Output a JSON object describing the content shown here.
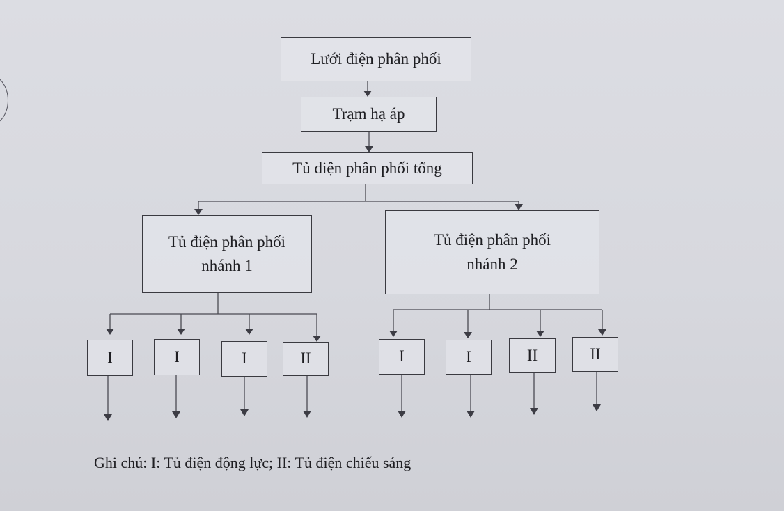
{
  "diagram": {
    "nodes": {
      "grid": "Lưới điện phân phối",
      "substation": "Trạm hạ áp",
      "main_panel": "Tủ điện phân phối tổng",
      "branch1_line1": "Tủ điện phân phối",
      "branch1_line2": "nhánh 1",
      "branch2_line1": "Tủ điện phân phối",
      "branch2_line2": "nhánh 2",
      "sub_panels_branch1": [
        "I",
        "I",
        "I",
        "II"
      ],
      "sub_panels_branch2": [
        "I",
        "I",
        "II",
        "II"
      ]
    },
    "note": "Ghi chú: I: Tủ điện động lực; II: Tủ điện chiếu sáng"
  },
  "colors": {
    "line": "#3a3a40",
    "background": "#d9dae0"
  }
}
